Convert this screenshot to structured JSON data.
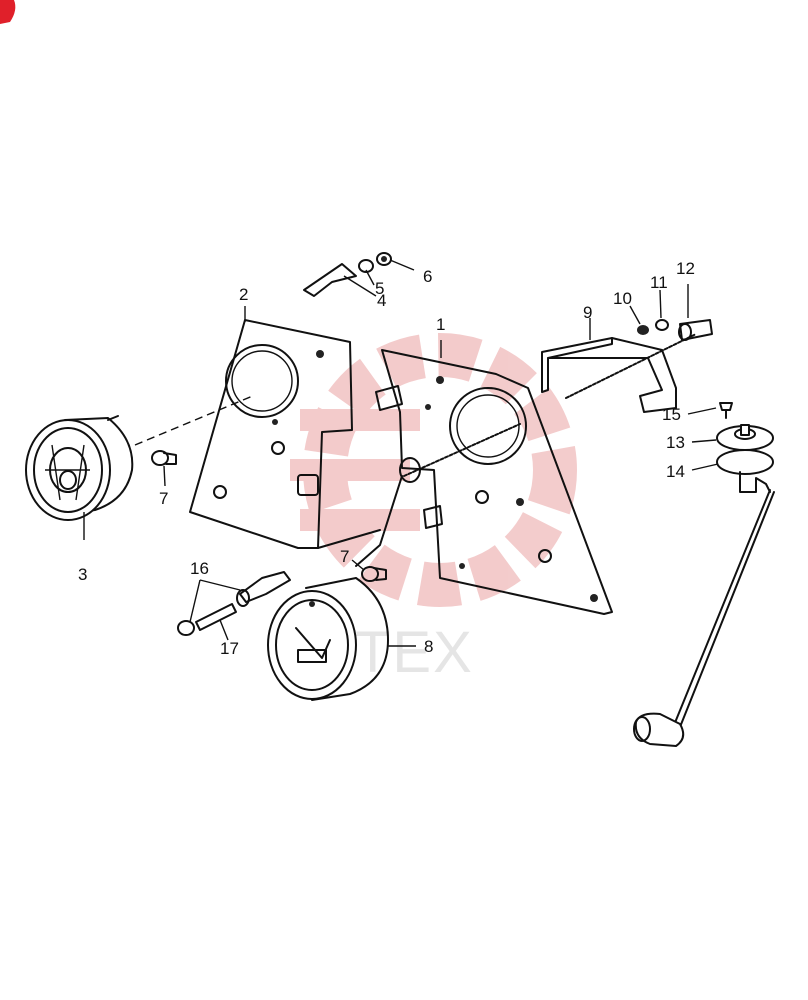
{
  "brand": {
    "watermark_text": "TEX",
    "watermark_color": "#f2c6c6",
    "corner_badge_color": "#e0202a"
  },
  "callouts": {
    "c1": "1",
    "c2": "2",
    "c3": "3",
    "c4": "4",
    "c5": "5",
    "c6": "6",
    "c7a": "7",
    "c7b": "7",
    "c8": "8",
    "c9": "9",
    "c10": "10",
    "c11": "11",
    "c12": "12",
    "c13": "13",
    "c14": "14",
    "c15": "15",
    "c16": "16",
    "c17": "17"
  }
}
